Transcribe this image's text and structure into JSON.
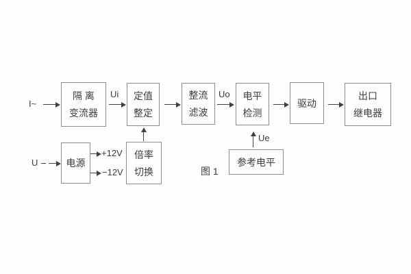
{
  "figure": {
    "caption": "图 1"
  },
  "colors": {
    "background": "#fdfdfd",
    "box_border": "#8c8c8c",
    "line": "#414141",
    "text": "#3b3b3b"
  },
  "signal_labels": {
    "input_current": "I~",
    "input_voltage": "U",
    "ui": "Ui",
    "uo": "Uo",
    "ue": "Ue",
    "plus_12v": "+12V",
    "minus_12v": "−12V"
  },
  "blocks": {
    "isolation_transformer": {
      "line1": "隔 离",
      "line2": "变流器"
    },
    "setting_adjustment": {
      "line1": "定值",
      "line2": "整定"
    },
    "rectify_filter": {
      "line1": "整流",
      "line2": "滤波"
    },
    "level_detection": {
      "line1": "电平",
      "line2": "检测"
    },
    "drive": {
      "line1": "驱动"
    },
    "output_relay": {
      "line1": "出口",
      "line2": "继电器"
    },
    "power_supply": {
      "line1": "电源"
    },
    "multiplier_switch": {
      "line1": "倍率",
      "line2": "切换"
    },
    "reference_level": {
      "line1": "参考电平"
    }
  }
}
